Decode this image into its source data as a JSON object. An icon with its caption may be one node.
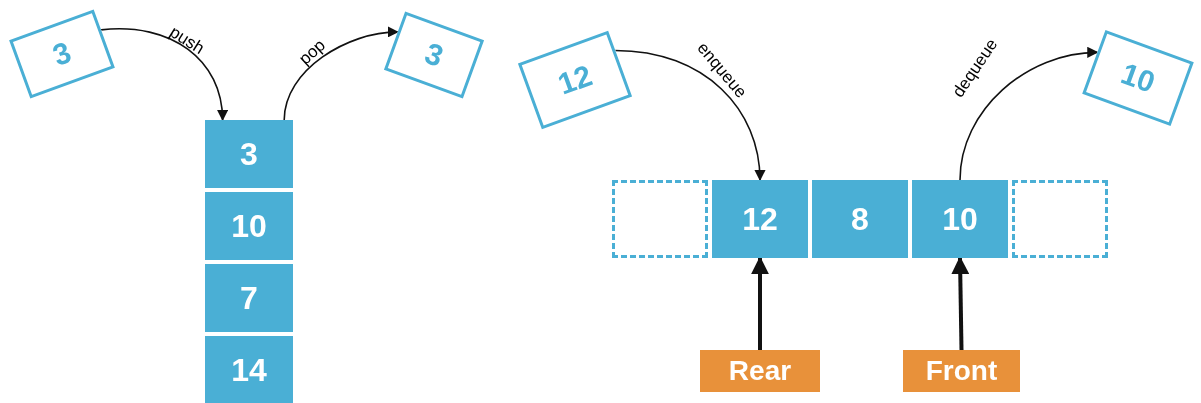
{
  "diagram": {
    "nodes": [
      {
        "text": [
          "3"
        ]
      },
      {
        "text": [
          "3"
        ]
      },
      {
        "text": [
          "10"
        ]
      },
      {
        "text": [
          "7"
        ]
      },
      {
        "text": [
          "14"
        ]
      },
      {
        "text": [
          "3"
        ]
      },
      {
        "text": [
          "12"
        ]
      },
      {
        "text": [],
        "shape": "box"
      },
      {
        "text": [
          "12"
        ]
      },
      {
        "text": [
          "8"
        ]
      },
      {
        "text": [
          "10"
        ]
      },
      {
        "text": [],
        "shape": "box"
      },
      {
        "text": [
          "10"
        ]
      },
      {
        "text": [
          "Rear"
        ]
      },
      {
        "text": [
          "Front"
        ]
      }
    ],
    "edges": [
      {
        "from": 0,
        "to": 1,
        "arrow": "to",
        "label": "push"
      },
      {
        "from": 1,
        "to": 5,
        "arrow": "to",
        "label": "pop"
      },
      {
        "from": 6,
        "to": 8,
        "arrow": "to",
        "label": "enqueue"
      },
      {
        "from": 10,
        "to": 12,
        "arrow": "to",
        "label": "dequeue"
      },
      {
        "from": 13,
        "to": 8,
        "arrow": "to",
        "style": "thick"
      },
      {
        "from": 14,
        "to": 10,
        "arrow": "to",
        "style": "thick"
      }
    ]
  }
}
